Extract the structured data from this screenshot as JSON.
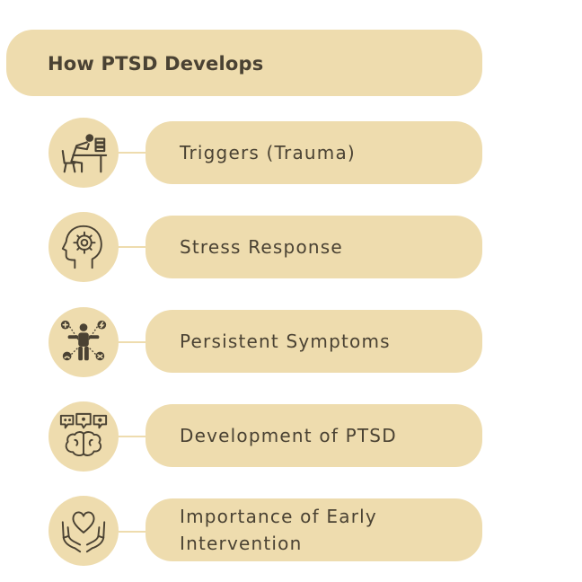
{
  "title": "How PTSD Develops",
  "colors": {
    "box_fill": "#eedcae",
    "text": "#4a4233",
    "icon": "#4a4233",
    "background": "#ffffff"
  },
  "steps": [
    {
      "label": "Triggers (Trauma)",
      "icon": "distressed-person-at-desk-icon"
    },
    {
      "label": "Stress Response",
      "icon": "head-with-brain-gear-icon"
    },
    {
      "label": "Persistent Symptoms",
      "icon": "person-with-symptoms-icon"
    },
    {
      "label": "Development of PTSD",
      "icon": "brain-with-speech-bubbles-icon"
    },
    {
      "label": "Importance of Early\nIntervention",
      "icon": "hands-holding-heart-icon"
    }
  ]
}
